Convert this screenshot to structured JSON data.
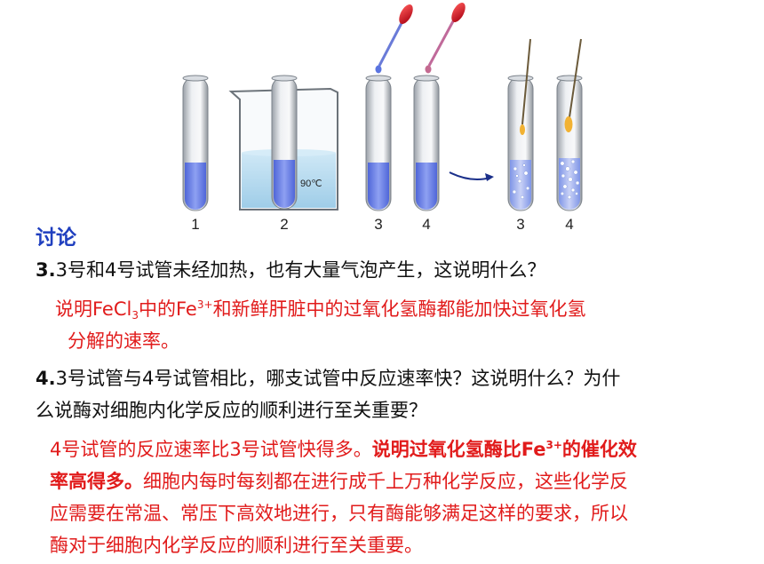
{
  "diagram": {
    "tube_labels_left": [
      "1",
      "2",
      "3",
      "4"
    ],
    "tube_labels_right": [
      "3",
      "4"
    ],
    "temperature_label": "90℃",
    "colors": {
      "liquid": "#6f85e8",
      "water": "#b8dcf0",
      "dropper_bulb": "#d8101c",
      "match_flame": "#f2b233",
      "arrow": "#1a2f8a"
    }
  },
  "heading": "讨论",
  "q3": {
    "number": "3.",
    "text": "3号和4号试管未经加热，也有大量气泡产生，这说明什么？",
    "answer": {
      "part1": "说明FeCl",
      "sub": "3",
      "part2": "中的Fe",
      "sup": "3+",
      "part3": "和新鲜肝脏中的过氧化氢酶都能加快过氧化氢",
      "line2": "分解的速率。"
    }
  },
  "q4": {
    "number": "4.",
    "line1": "3号试管与4号试管相比，哪支试管中反应速率快？这说明什么？为什",
    "line2": "么说酶对细胞内化学反应的顺利进行至关重要？",
    "answer": {
      "a": "4号试管的反应速率比3号试管快得多。",
      "b": "说明过氧化氢酶比Fe",
      "b_sup": "3+",
      "c": "的催化效",
      "d": "率高得多。",
      "e": "细胞内每时每刻都在进行成千上万种化学反应，这些化学反",
      "line3": "应需要在常温、常压下高效地进行，只有酶能够满足这样的要求，所以",
      "line4": "酶对于细胞内化学反应的顺利进行至关重要。"
    }
  }
}
